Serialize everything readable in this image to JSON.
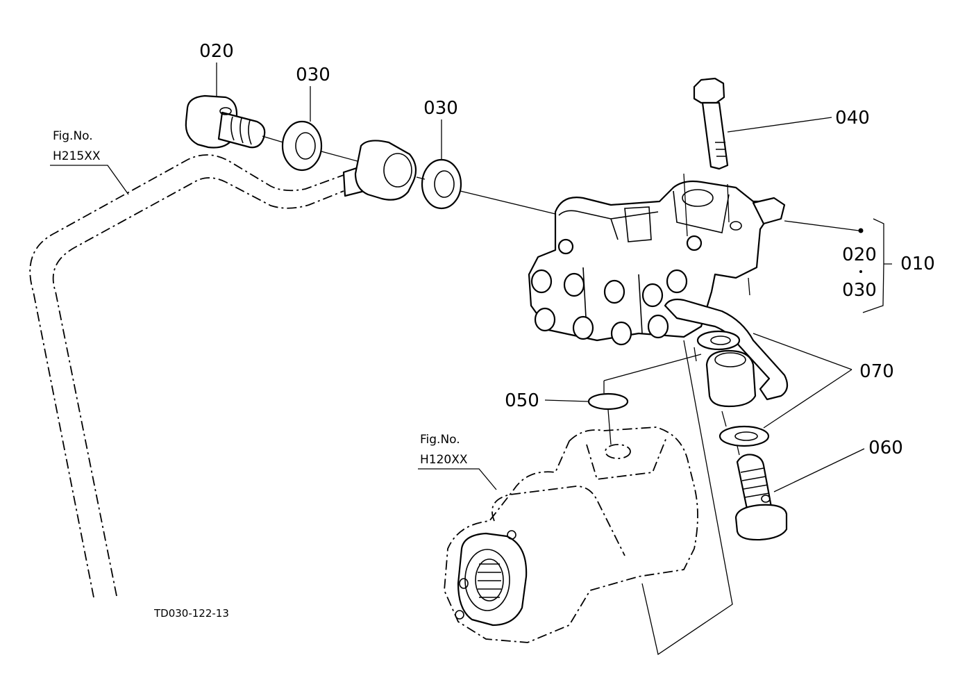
{
  "callouts": {
    "c020_top": "020",
    "c030_left": "030",
    "c030_mid": "030",
    "c040": "040",
    "c020_group": "020",
    "c030_group": "030",
    "c010": "010",
    "c070": "070",
    "c050": "050",
    "c060": "060"
  },
  "refs": {
    "fig_top_label": "Fig.No.",
    "fig_top_value": "H215XX",
    "fig_bottom_label": "Fig.No.",
    "fig_bottom_value": "H120XX"
  },
  "drawing_code": "TD030-122-13"
}
